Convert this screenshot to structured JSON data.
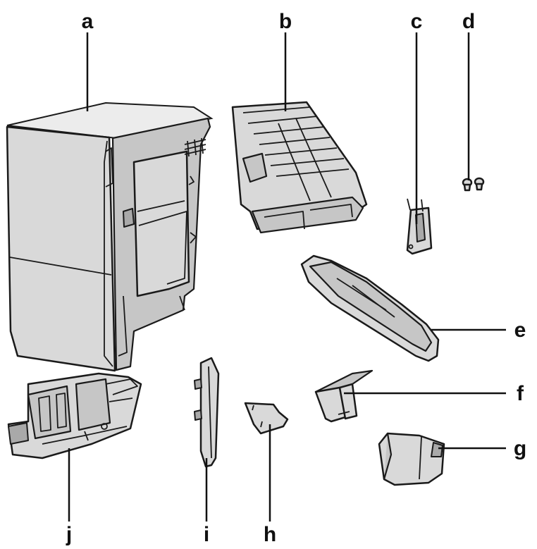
{
  "labels": {
    "a": "a",
    "b": "b",
    "c": "c",
    "d": "d",
    "e": "e",
    "f": "f",
    "g": "g",
    "h": "h",
    "i": "i",
    "j": "j"
  },
  "colors": {
    "part_fill": "#d9d9d9",
    "part_shade": "#c6c6c6",
    "outline": "#1a1a1a",
    "background": "#ffffff"
  }
}
